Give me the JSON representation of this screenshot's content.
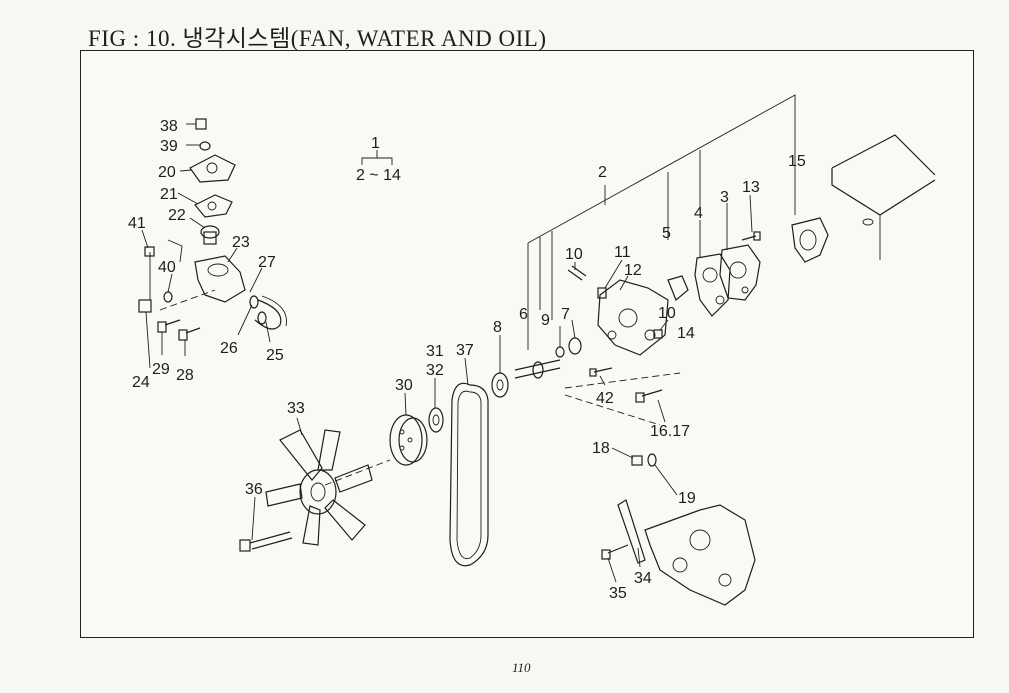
{
  "figure": {
    "title": "FIG : 10. 냉각시스템(FAN, WATER AND OIL)",
    "page_number": "110"
  },
  "assembly": {
    "label_top": "1",
    "label_range": "2 ~ 14"
  },
  "callouts": [
    "38",
    "39",
    "20",
    "21",
    "22",
    "41",
    "40",
    "23",
    "27",
    "24",
    "29",
    "28",
    "26",
    "25",
    "33",
    "36",
    "30",
    "31",
    "32",
    "37",
    "8",
    "6",
    "9",
    "7",
    "10",
    "11",
    "12",
    "5",
    "4",
    "3",
    "13",
    "15",
    "2",
    "10",
    "14",
    "42",
    "16.17",
    "18",
    "19",
    "34",
    "35"
  ]
}
